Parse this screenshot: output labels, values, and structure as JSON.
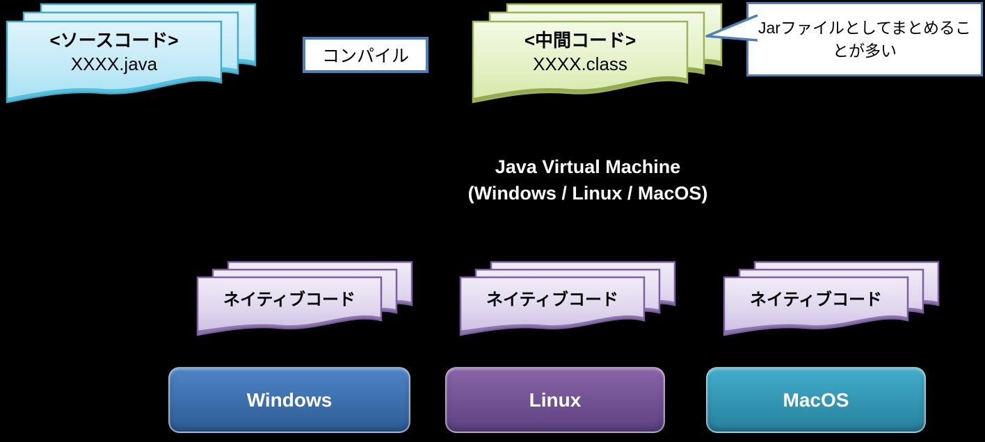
{
  "diagram": {
    "source_stack": {
      "title": "<ソースコード>",
      "filename": "XXXX.java"
    },
    "compile_box": {
      "label": "コンパイル"
    },
    "intermediate_stack": {
      "title": "<中間コード>",
      "filename": "XXXX.class"
    },
    "callout": {
      "text": "Jarファイルとしてまとめることが多い",
      "lines": [
        "Jarファイルとしてまとめるこ",
        "とが多い"
      ]
    },
    "jvm": {
      "lines": [
        "Java Virtual Machine",
        "(Windows / Linux / MacOS)"
      ]
    },
    "native_stacks": [
      {
        "label": "ネイティブコード"
      },
      {
        "label": "ネイティブコード"
      },
      {
        "label": "ネイティブコード"
      }
    ],
    "os_boxes": [
      {
        "label": "Windows",
        "color_top": "#4E84C6",
        "color_bottom": "#2D5C94"
      },
      {
        "label": "Linux",
        "color_top": "#8A64A8",
        "color_bottom": "#5C4180"
      },
      {
        "label": "MacOS",
        "color_top": "#41AECC",
        "color_bottom": "#27809C"
      }
    ],
    "colors": {
      "background": "#000000",
      "source_doc_border": "#43ADCB",
      "source_doc_fill_top": "#DFF4FB",
      "source_doc_fill_bottom": "#A5E0F2",
      "intermediate_doc_border": "#9AB456",
      "intermediate_doc_fill_top": "#F3F9E6",
      "intermediate_doc_fill_bottom": "#D4E8A6",
      "native_doc_border": "#7C5FA0",
      "native_doc_fill_top": "#F0ECF6",
      "native_doc_fill_bottom": "#CBBCE2",
      "callout_border": "#4C80BC",
      "jvm_text": "#FFFFFF"
    }
  }
}
